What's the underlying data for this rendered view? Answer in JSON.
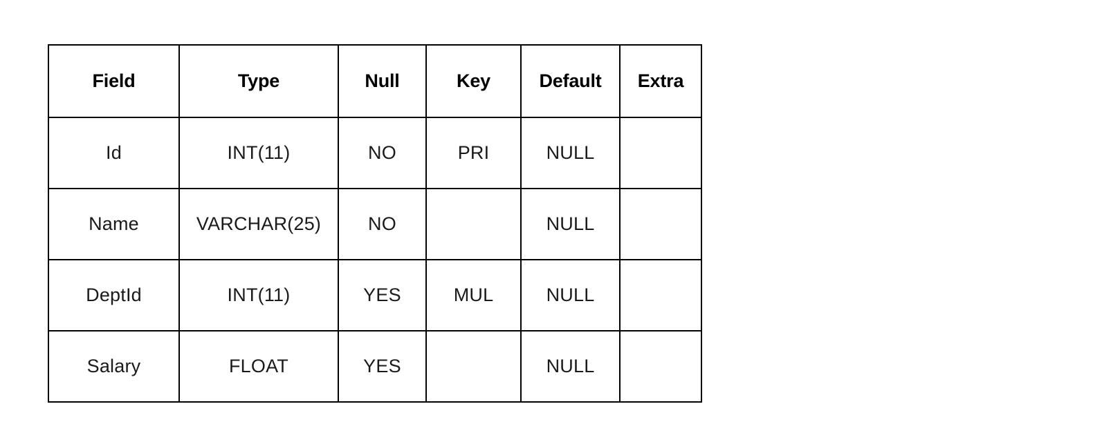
{
  "table": {
    "caption": "",
    "columns": [
      {
        "key": "field",
        "label": "Field"
      },
      {
        "key": "type",
        "label": "Type"
      },
      {
        "key": "null",
        "label": "Null"
      },
      {
        "key": "key",
        "label": "Key"
      },
      {
        "key": "default",
        "label": "Default"
      },
      {
        "key": "extra",
        "label": "Extra"
      }
    ],
    "rows": [
      {
        "field": "Id",
        "type": "INT(11)",
        "null": "NO",
        "key": "PRI",
        "default": "NULL",
        "extra": ""
      },
      {
        "field": "Name",
        "type": "VARCHAR(25)",
        "null": "NO",
        "key": "",
        "default": "NULL",
        "extra": ""
      },
      {
        "field": "DeptId",
        "type": "INT(11)",
        "null": "YES",
        "key": "MUL",
        "default": "NULL",
        "extra": ""
      },
      {
        "field": "Salary",
        "type": "FLOAT",
        "null": "YES",
        "key": "",
        "default": "NULL",
        "extra": ""
      }
    ]
  },
  "style": {
    "border_color": "#000000",
    "background": "#ffffff",
    "header_text_color": "#000000",
    "body_text_color": "#1a1a1a"
  }
}
